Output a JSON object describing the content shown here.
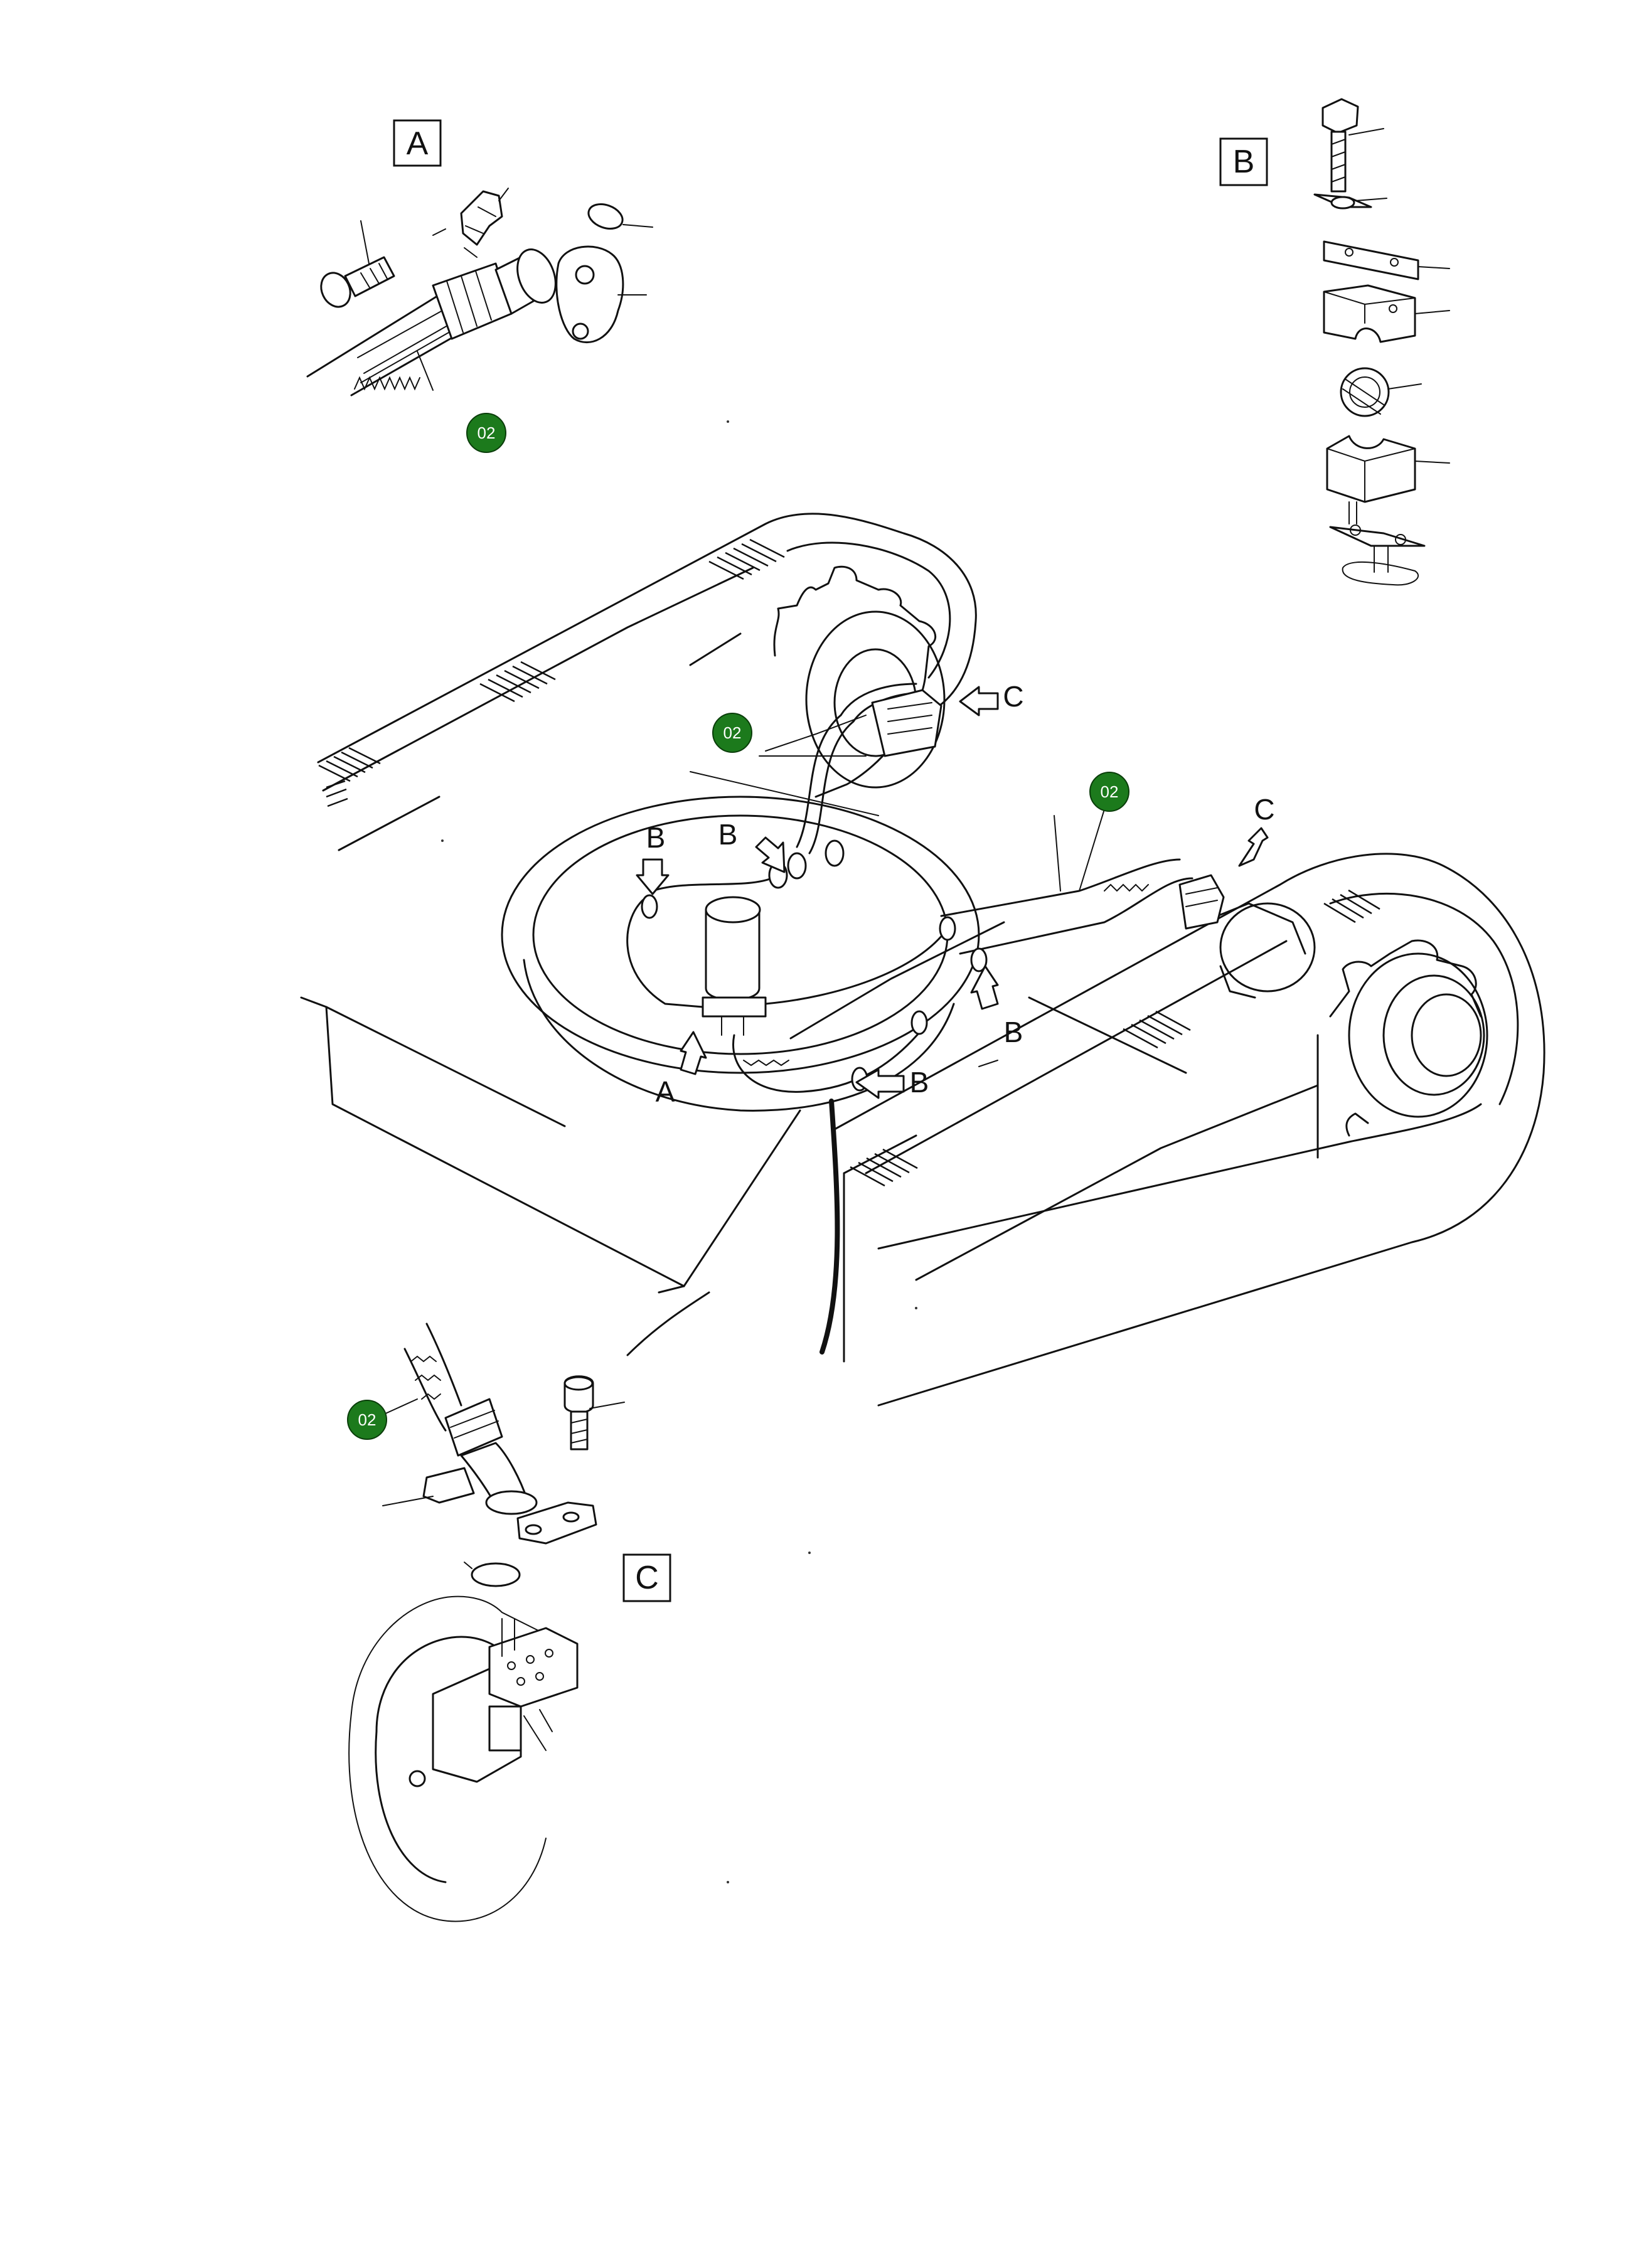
{
  "diagram": {
    "detail_views": {
      "a": {
        "label": "A"
      },
      "b": {
        "label": "B"
      },
      "c": {
        "label": "C"
      }
    },
    "callouts": [
      {
        "id": "callout-detail-a",
        "text": "02"
      },
      {
        "id": "callout-sprocket",
        "text": "02"
      },
      {
        "id": "callout-right-hose",
        "text": "02"
      },
      {
        "id": "callout-detail-c",
        "text": "02"
      }
    ],
    "view_markers": {
      "a_arrow": "A",
      "b_left_upper": "B",
      "b_inner": "B",
      "b_right": "B",
      "b_lower": "B",
      "c_upper": "C",
      "c_right": "C"
    },
    "colors": {
      "callout_fill": "#1c7a1c",
      "line": "#111111"
    }
  }
}
